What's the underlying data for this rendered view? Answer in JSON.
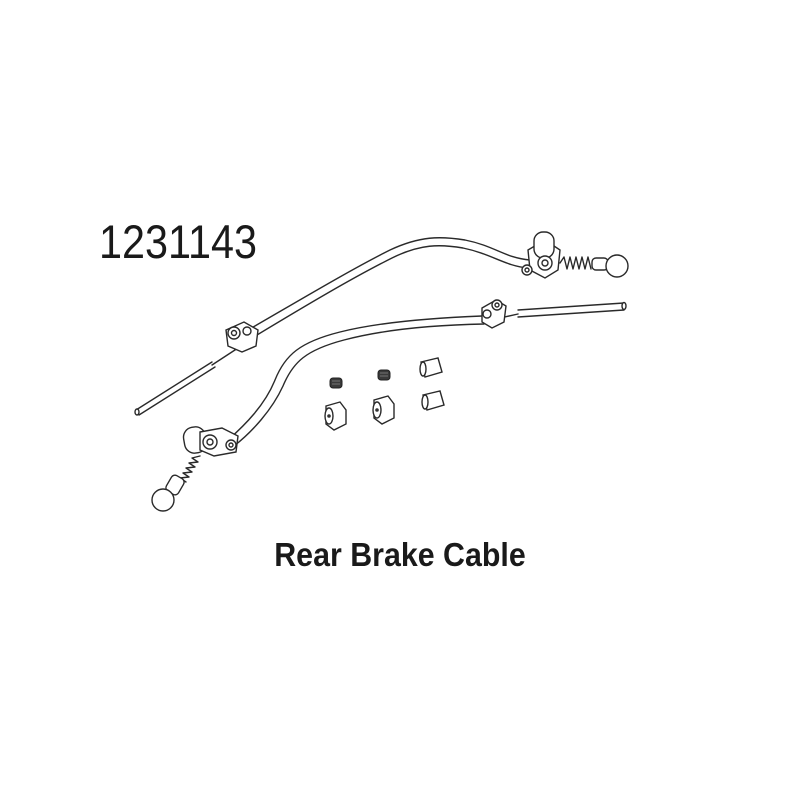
{
  "part_number": "1231143",
  "caption": "Rear Brake Cable",
  "colors": {
    "background": "#ffffff",
    "ink": "#1a1a1a"
  },
  "illustration": {
    "components": [
      "upper-brake-cable",
      "lower-brake-cable",
      "set-screw-1",
      "set-screw-2",
      "cable-stop-collar-1",
      "cable-stop-collar-2",
      "ferrule-sleeve-1",
      "ferrule-sleeve-2"
    ]
  }
}
